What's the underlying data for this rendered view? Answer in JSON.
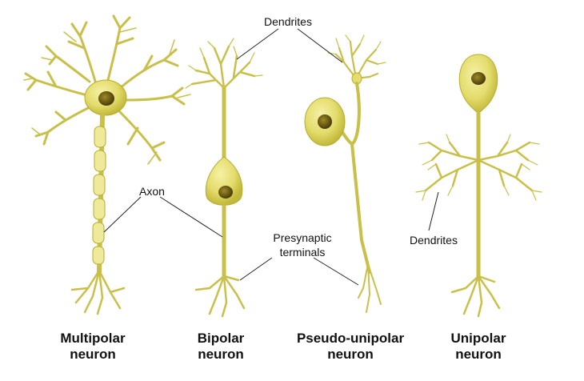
{
  "labels": {
    "dendrites_top": "Dendrites",
    "axon": "Axon",
    "presynaptic_line1": "Presynaptic",
    "presynaptic_line2": "terminals",
    "dendrites_right": "Dendrites"
  },
  "neurons": [
    {
      "line1": "Multipolar",
      "line2": "neuron"
    },
    {
      "line1": "Bipolar",
      "line2": "neuron"
    },
    {
      "line1": "Pseudo-unipolar",
      "line2": "neuron"
    },
    {
      "line1": "Unipolar",
      "line2": "neuron"
    }
  ],
  "colors": {
    "cell_body": "#e4dc6c",
    "cell_outline": "#b6ad2e",
    "process": "#c9c04a",
    "nucleus": "#6b5a14",
    "myelin": "#efe99a",
    "text": "#111111",
    "background": "#ffffff"
  }
}
